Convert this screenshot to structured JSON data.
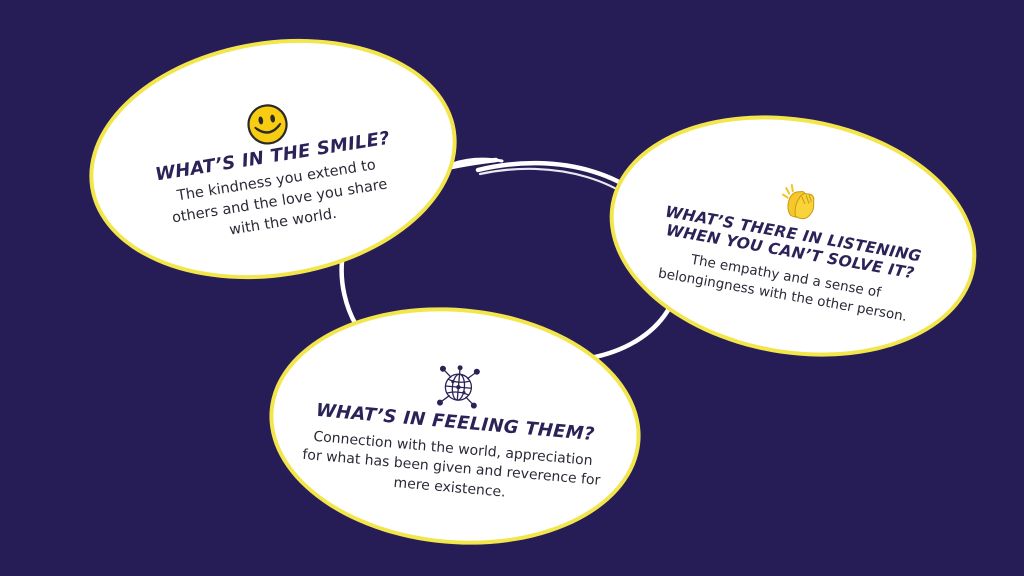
{
  "colors": {
    "background": "#261d57",
    "bubble_fill": "#ffffff",
    "bubble_border": "#f3e64d",
    "title_text": "#2a2358",
    "body_text": "#2a2a36",
    "connector": "#ffffff"
  },
  "bubbles": {
    "smile": {
      "icon": "smiley-face-icon",
      "title": "WHAT’S IN THE SMILE?",
      "body": "The kindness you extend to others and the love you share with the world."
    },
    "listening": {
      "icon": "clapping-hands-icon",
      "title": "WHAT’S THERE IN LISTENING WHEN YOU CAN’T SOLVE IT?",
      "body": "The empathy and a sense of belongingness with the other person."
    },
    "feeling": {
      "icon": "globe-network-icon",
      "title": "WHAT’S IN FEELING THEM?",
      "body": "Connection with the world, appreciation for what has been given and reverence for mere existence."
    }
  }
}
